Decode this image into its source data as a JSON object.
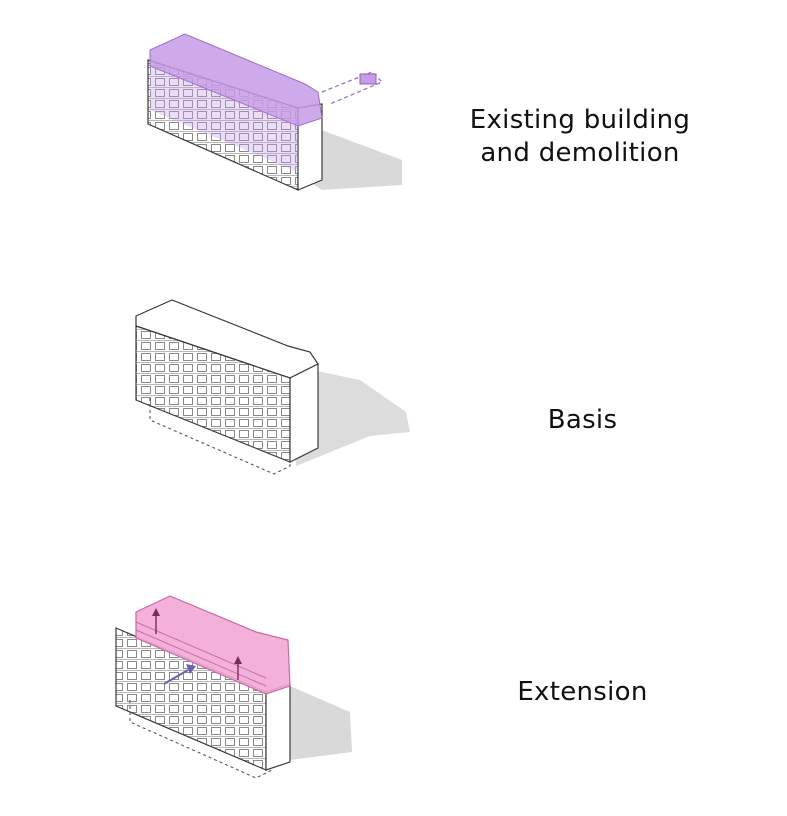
{
  "steps": [
    {
      "label_lines": [
        "Existing building",
        "and demolition"
      ]
    },
    {
      "label_lines": [
        "Basis"
      ]
    },
    {
      "label_lines": [
        "Extension"
      ]
    }
  ],
  "colors": {
    "demolition": "#c79be8",
    "extension": "#f2a9d6",
    "shadow": "#dcdcdc",
    "outline": "#3a3a3a",
    "arrow": "#6b62b5"
  }
}
